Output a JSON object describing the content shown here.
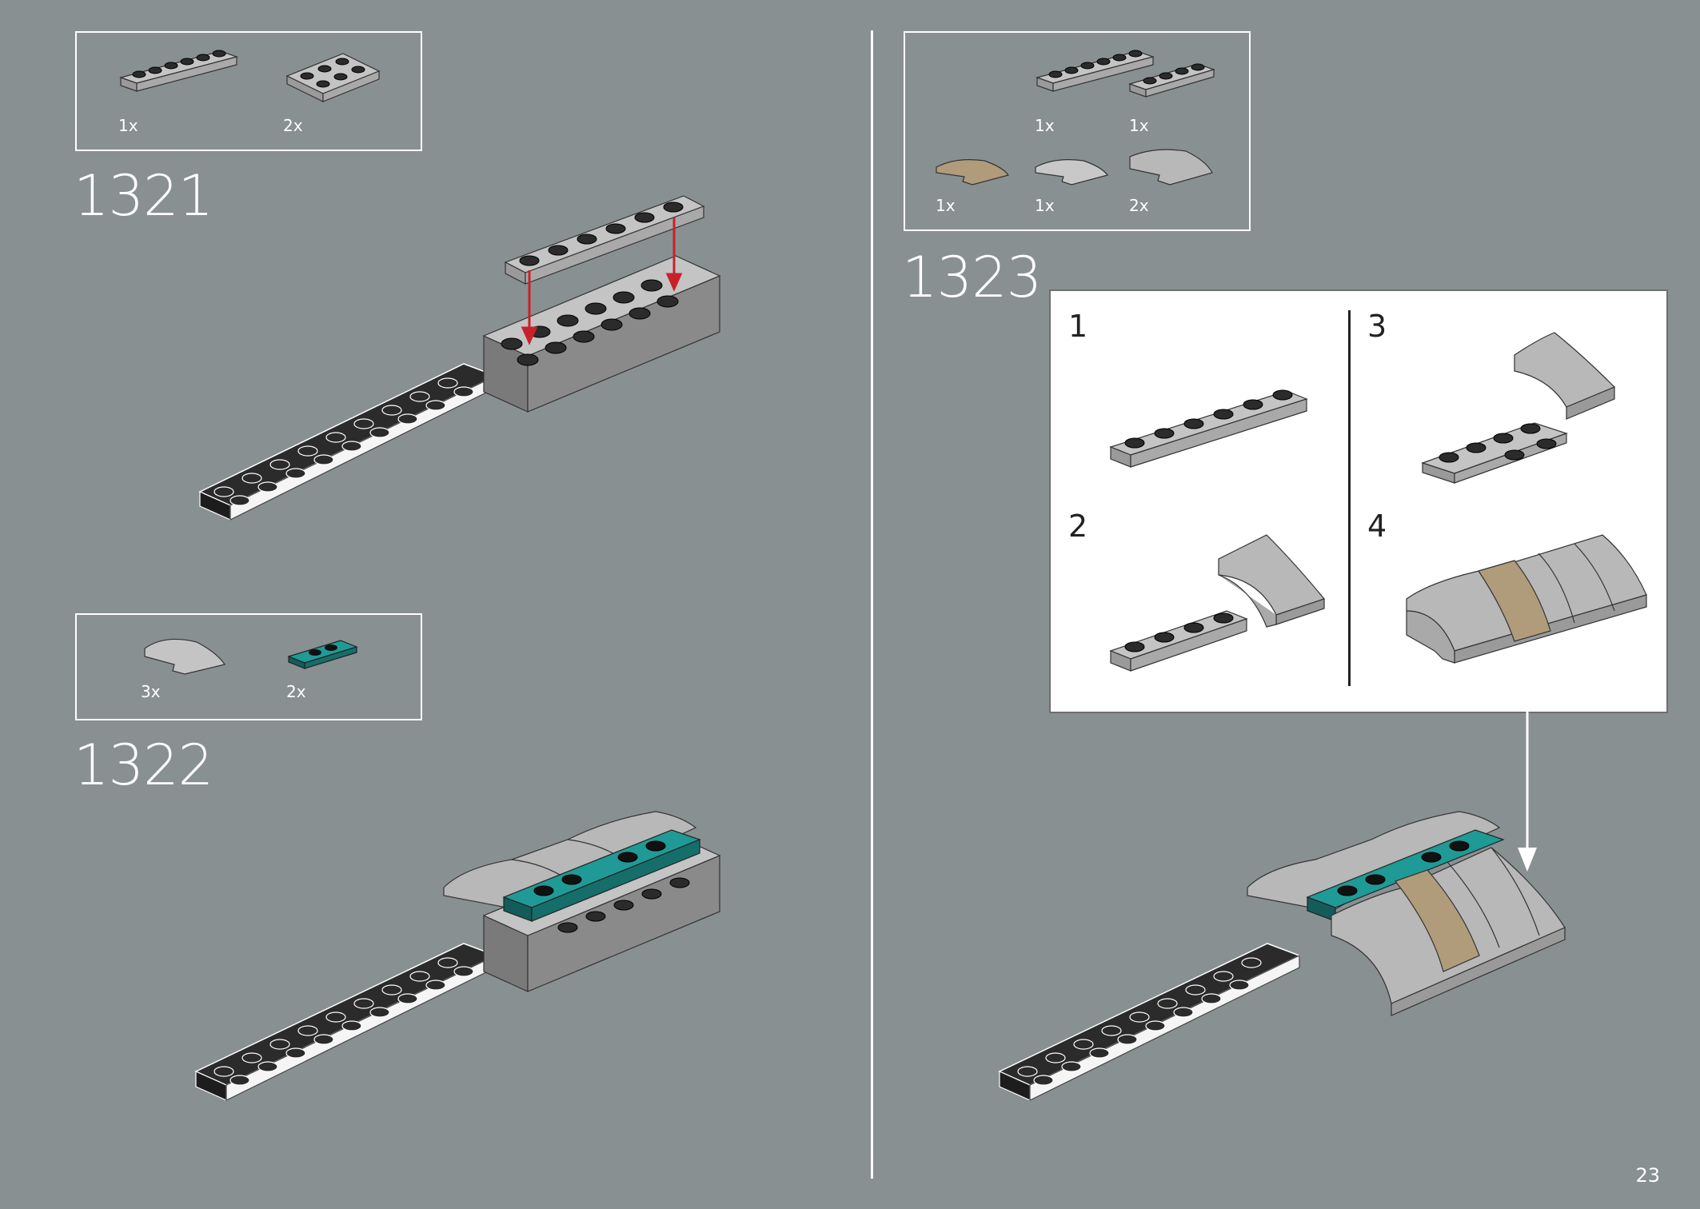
{
  "page": {
    "number": "23"
  },
  "steps": [
    {
      "number": "1321",
      "parts": [
        {
          "qty": "1x",
          "part": "plate 1x6 light gray"
        },
        {
          "qty": "2x",
          "part": "plate 2x3 light gray"
        }
      ]
    },
    {
      "number": "1322",
      "parts": [
        {
          "qty": "3x",
          "part": "curved slope 2x2 light gray"
        },
        {
          "qty": "2x",
          "part": "plate 1x2 with 2 studs teal"
        }
      ]
    },
    {
      "number": "1323",
      "parts": [
        {
          "qty": "1x",
          "part": "plate 1x6 light gray"
        },
        {
          "qty": "1x",
          "part": "plate 1x4 light gray"
        },
        {
          "qty": "1x",
          "part": "curved slope 2x2 tan"
        },
        {
          "qty": "1x",
          "part": "curved slope 2x2 light gray"
        },
        {
          "qty": "2x",
          "part": "curved slope 2x2 light gray large"
        }
      ],
      "substeps": [
        "1",
        "2",
        "3",
        "4"
      ]
    }
  ],
  "colors": {
    "background": "#899091",
    "dark_plate": "#2b2b2b",
    "light_gray": "#b8b8b8",
    "teal": "#1f9a96",
    "tan": "#b09c7a",
    "arrow_red": "#c82228"
  }
}
